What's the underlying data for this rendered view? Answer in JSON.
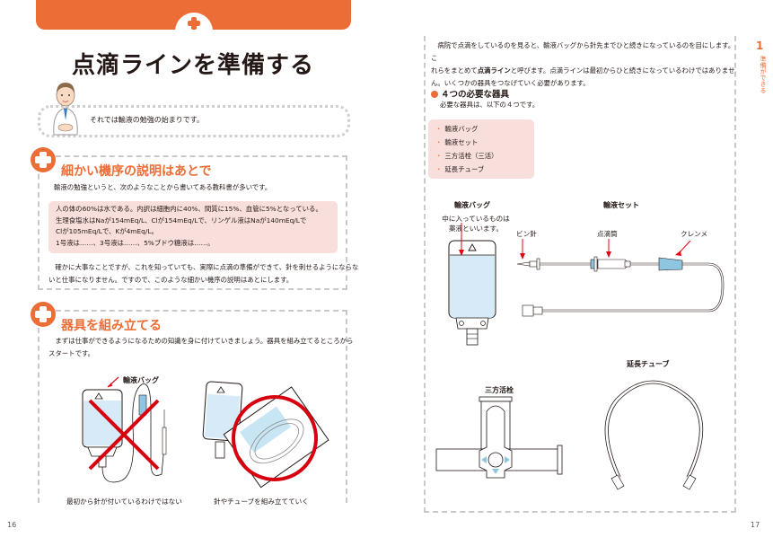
{
  "left_page": {
    "page_number": "16",
    "title": "点滴ラインを準備する",
    "intro_speech": "それでは輸液の勉強の始まりです。",
    "section1": {
      "heading": "細かい機序の説明はあとで",
      "lead": "輸液の勉強というと、次のようなことから書いてある教科書が多いです。",
      "example_lines": [
        "人の体の60%は水である。内訳は細胞内に40%、間質に15%、血管に5%となっている。",
        "生理食塩水はNaが154mEq/L、Clが154mEq/Lで、リンゲル液はNaが140mEq/Lで",
        "Clが105mEq/Lで、Kが4mEq/L。",
        "1号液は……、3号液は……、5%ブドウ糖液は……。"
      ],
      "paragraph_lines": [
        "　確かに大事なことですが、これを知っていても、実際に点滴の準備ができて、針を刺せるようにならな",
        "いと仕事になりません。ですので、このような細かい機序の説明はあとにします。"
      ]
    },
    "section2": {
      "heading": "器具を組み立てる",
      "paragraph_lines": [
        "　まずは仕事ができるようになるための知識を身に付けていきましょう。器具を組み立てるところから",
        "スタートです。"
      ],
      "figure_label": "輸液バッグ",
      "caption_wrong": "最初から針が付いているわけではない",
      "caption_right": "針やチューブを組み立てていく"
    }
  },
  "right_page": {
    "page_number": "17",
    "chapter_number": "1",
    "chapter_label": "準備ができる",
    "intro_lines": [
      "　病院で点滴をしているのを見ると、輸液バッグから針先までひと続きになっているのを目にします。こ",
      "れらをまとめて",
      "点滴ライン",
      "と呼びます。点滴ラインは最初からひと続きになっているわけではありませ",
      "ん。いくつかの器具をつなげていく必要があります。"
    ],
    "subsection": {
      "heading": "４つの必要な器具",
      "lead": "必要な器具は、以下の４つです。",
      "items": [
        "輸液バッグ",
        "輸液セット",
        "三方活栓（三活）",
        "延長チューブ"
      ]
    },
    "figures": {
      "bag_title": "輸液バッグ",
      "bag_note_lines": [
        "中に入っているものは",
        "薬液といいます。"
      ],
      "set_title": "輸液セット",
      "set_labels": [
        "ビン針",
        "点滴筒",
        "クレンメ"
      ],
      "stopcock_title": "三方活栓",
      "ext_tube_title": "延長チューブ"
    }
  },
  "colors": {
    "accent_orange": "#ec6d35",
    "pink_box": "#f9dfdc",
    "dashed_border": "#c9c9c9",
    "fluid_blue": "#d6ebf7",
    "arrow_red": "#e60012",
    "prohibit_red": "#d7000f",
    "light_blue_part": "#8ec6e2"
  }
}
